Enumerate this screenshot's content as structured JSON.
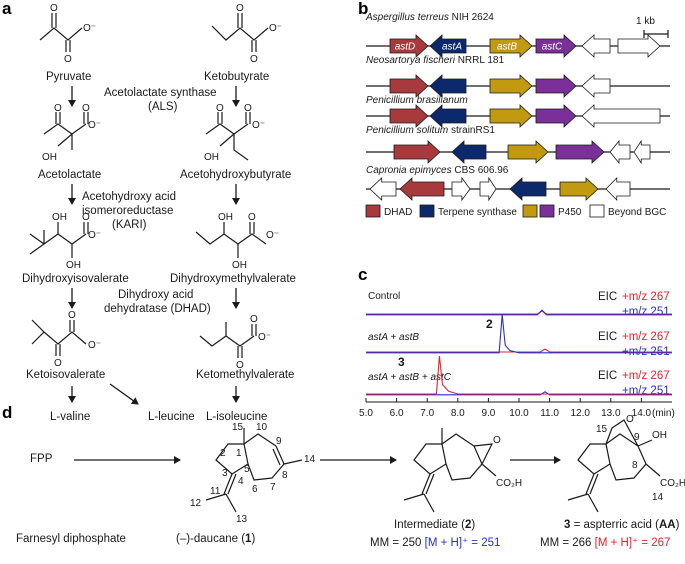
{
  "panels": {
    "a": "a",
    "b": "b",
    "c": "c",
    "d": "d"
  },
  "a": {
    "pyruvate": "Pyruvate",
    "ketobutyrate": "Ketobutyrate",
    "als": "Acetolactate synthase",
    "als_abbr": "(ALS)",
    "acetolactate": "Acetolactate",
    "acetohydroxybutyrate": "Acetohydroxybutyrate",
    "kari1": "Acetohydroxy acid",
    "kari2": "isomeroreductase",
    "kari3": "(KARI)",
    "dihydroxyisovalerate": "Dihydroxyisovalerate",
    "dihydroxymethylvalerate": "Dihydroxymethylvalerate",
    "dhad1": "Dihydroxy acid",
    "dhad2": "dehydratase (DHAD)",
    "ketoisovalerate": "Ketoisovalerate",
    "ketomethylvalerate": "Ketomethylvalerate",
    "valine": "L-valine",
    "leucine": "L-leucine",
    "isoleucine": "L-isoleucine",
    "oh": "OH",
    "o": "O",
    "ominus": "O⁻"
  },
  "b": {
    "scale": "1 kb",
    "organisms": [
      {
        "genus": "Aspergillus terreus",
        "strain": " NIH 2624"
      },
      {
        "genus": "Neosartorya fischeri",
        "strain": " NRRL 181"
      },
      {
        "genus": "Penicillium brasilianum",
        "strain": ""
      },
      {
        "genus": "Penicillium solitum",
        "strain": " strainRS1"
      },
      {
        "genus": "Capronia epimyces",
        "strain": " CBS 606.96"
      }
    ],
    "genes": [
      "astD",
      "astA",
      "astB",
      "astC"
    ],
    "legend": [
      "DHAD",
      "Terpene synthase",
      "P450",
      "Beyond BGC"
    ],
    "colors": {
      "dhad": "#a83a3d",
      "ts": "#0c2a6b",
      "p450_b": "#c29a0f",
      "p450_c": "#7a2f99",
      "beyond": "#ffffff"
    }
  },
  "c": {
    "traces": [
      {
        "label": "Control",
        "eic": "EIC",
        "mz_red": "+m/z 267",
        "mz_blue": "+m/z 251"
      },
      {
        "label": "astA + astB",
        "eic": "EIC",
        "mz_red": "+m/z 267",
        "mz_blue": "+m/z 251"
      },
      {
        "label": "astA + astB + astC",
        "eic": "EIC",
        "mz_red": "+m/z 267",
        "mz_blue": "+m/z 251"
      }
    ],
    "peak_labels": [
      "2",
      "3"
    ],
    "unit": "(min)",
    "colors": {
      "red": "#e8202a",
      "blue": "#2531c8"
    }
  },
  "chart_data": {
    "type": "line",
    "xlabel": "(min)",
    "xlim": [
      5.0,
      15.0
    ],
    "ticks": [
      "5.0",
      "6.0",
      "7.0",
      "8.0",
      "9.0",
      "10.0",
      "11.0",
      "12.0",
      "13.0",
      "14.0"
    ],
    "tick_values": [
      5,
      6,
      7,
      8,
      9,
      10,
      11,
      12,
      13,
      14
    ],
    "panels": [
      {
        "label": "Control",
        "series": [
          {
            "name": "+m/z 267",
            "x": [
              5.0,
              10.6,
              10.75,
              10.9,
              15.0
            ],
            "y": [
              0,
              0,
              0.08,
              0,
              0
            ]
          },
          {
            "name": "+m/z 251",
            "x": [
              5.0,
              10.6,
              10.75,
              10.9,
              15.0
            ],
            "y": [
              0,
              0,
              0.12,
              0,
              0
            ]
          }
        ]
      },
      {
        "label": "astA + astB",
        "series": [
          {
            "name": "+m/z 267",
            "x": [
              5.0,
              10.7,
              10.85,
              11.0,
              15.0
            ],
            "y": [
              0,
              0,
              0.08,
              0,
              0
            ]
          },
          {
            "name": "+m/z 251",
            "x": [
              5.0,
              9.35,
              9.45,
              9.55,
              9.7,
              10.0,
              15.0
            ],
            "y": [
              0,
              0,
              1.0,
              0.2,
              0.06,
              0,
              0
            ]
          }
        ]
      },
      {
        "label": "astA + astB + astC",
        "series": [
          {
            "name": "+m/z 267",
            "x": [
              5.0,
              7.3,
              7.4,
              7.5,
              7.7,
              8.0,
              15.0
            ],
            "y": [
              0,
              0,
              1.0,
              0.25,
              0.07,
              0,
              0
            ]
          },
          {
            "name": "+m/z 251",
            "x": [
              5.0,
              10.7,
              10.85,
              11.0,
              15.0
            ],
            "y": [
              0,
              0,
              0.08,
              0,
              0
            ]
          }
        ]
      }
    ]
  },
  "d": {
    "fpp": "FPP",
    "farnesyl": "Farnesyl diphosphate",
    "daucane_name": "(–)-daucane (",
    "daucane_num": "1",
    "close": ")",
    "intermediate_name": "Intermediate (",
    "intermediate_num": "2",
    "aa_num": "3",
    "aa_eq": " = aspterric acid (",
    "aa_abbr": "AA",
    "mm2": "MM = 250 ",
    "mm2_ion": "[M + H]⁺ = 251",
    "mm3": "MM = 266 ",
    "mm3_ion": "[M + H]⁺ = 267",
    "co2h": "CO₂H",
    "numbers": [
      "15",
      "10",
      "9",
      "1",
      "2",
      "3",
      "4",
      "5",
      "6",
      "7",
      "8",
      "14",
      "11",
      "12",
      "13"
    ],
    "aa_numbers": [
      "15",
      "9",
      "8",
      "14"
    ],
    "o": "O",
    "oh": "OH"
  }
}
